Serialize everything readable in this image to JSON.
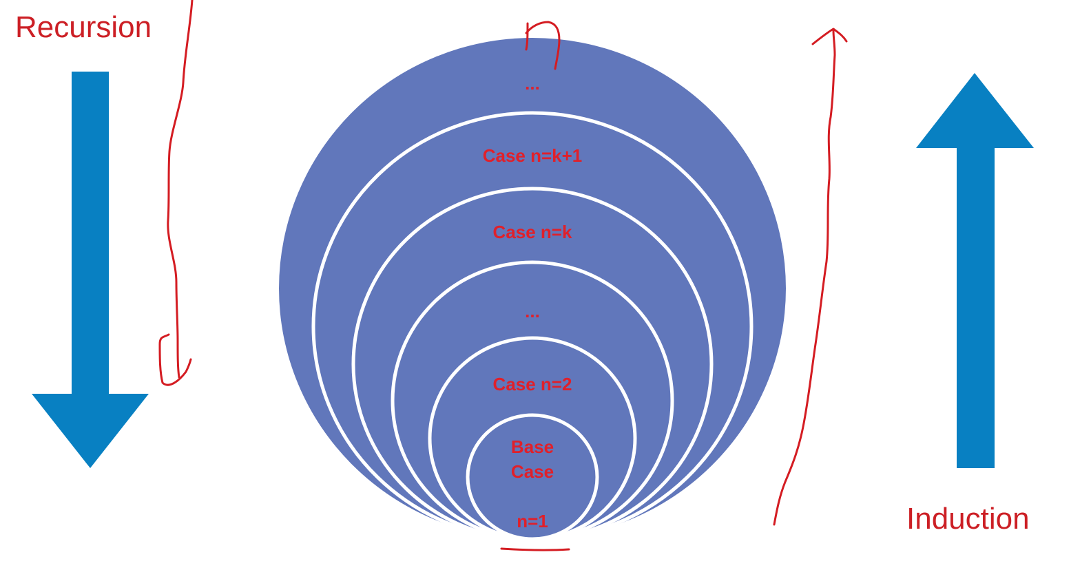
{
  "labels": {
    "recursion": "Recursion",
    "induction": "Induction"
  },
  "circles": [
    {
      "label": "..."
    },
    {
      "label": "Case n=k+1"
    },
    {
      "label": "Case n=k"
    },
    {
      "label": "..."
    },
    {
      "label": "Case n=2"
    },
    {
      "label_line1": "Base",
      "label_line2": "Case",
      "label_line3": "n=1"
    }
  ],
  "annotations": {
    "handwritten_n": "n"
  },
  "colors": {
    "circle_fill": "#6177bb",
    "circle_stroke": "#ffffff",
    "arrow_fill": "#0880c2",
    "label_text": "#e0202a",
    "ink": "#d41c22"
  }
}
